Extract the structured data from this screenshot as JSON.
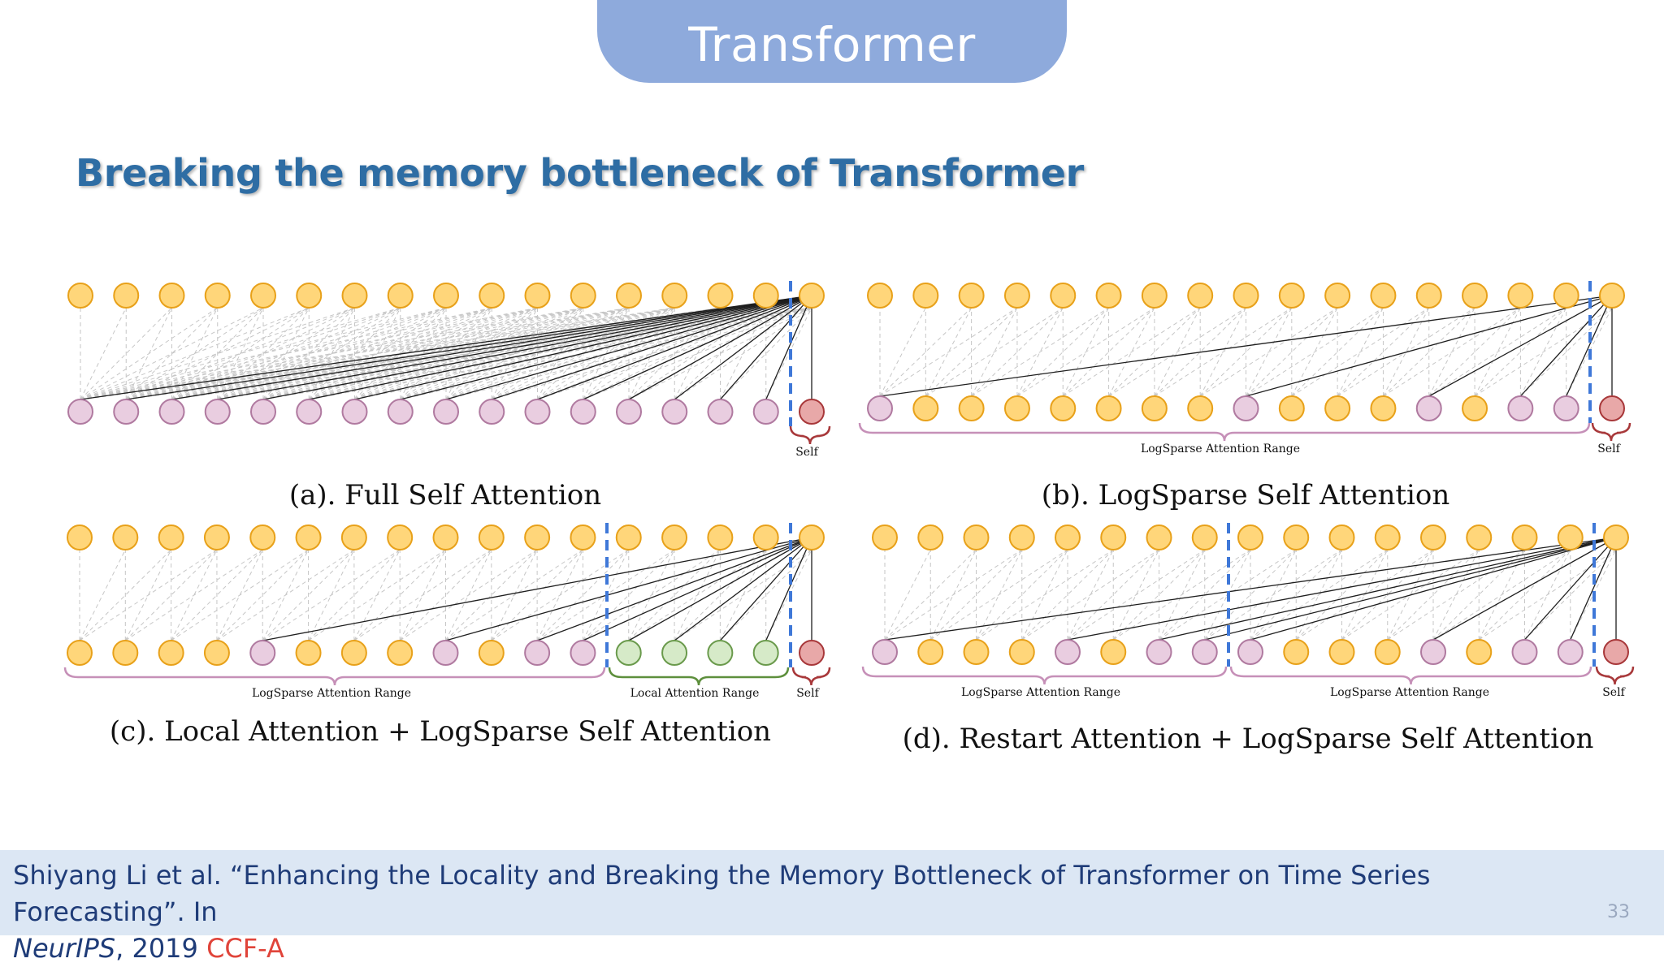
{
  "slide": {
    "title": "Transformer",
    "heading": "Breaking the memory bottleneck of Transformer",
    "page_number": "33"
  },
  "figure": {
    "self_label": "Self",
    "logsparse_range_label": "LogSparse Attention Range",
    "local_range_label": "Local Attention Range",
    "panels": {
      "a": {
        "caption": "(a). Full Self Attention"
      },
      "b": {
        "caption": "(b). LogSparse Self Attention"
      },
      "c": {
        "caption": "(c). Local Attention + LogSparse Self Attention"
      },
      "d": {
        "caption": "(d). Restart Attention + LogSparse Self Attention"
      }
    },
    "colors": {
      "input_node": "#ffd67a",
      "input_stroke": "#e8a11a",
      "attended_node": "#e9cde0",
      "attended_stroke": "#b07aa0",
      "self_node": "#e8a8a8",
      "self_stroke": "#a8383a",
      "local_node": "#d6eac8",
      "local_stroke": "#6a9a4c",
      "divider": "#3f78d8",
      "logsparse_brace": "#c690b8",
      "local_brace": "#5d8f3c",
      "self_brace": "#a8383a"
    }
  },
  "footer": {
    "citation_main": "Shiyang Li et al. “Enhancing the Locality and Breaking the Memory Bottleneck of Transformer on Time Series Forecasting”. In",
    "citation_venue": "NeurIPS",
    "citation_year": ", 2019",
    "citation_rank": "CCF-A"
  }
}
